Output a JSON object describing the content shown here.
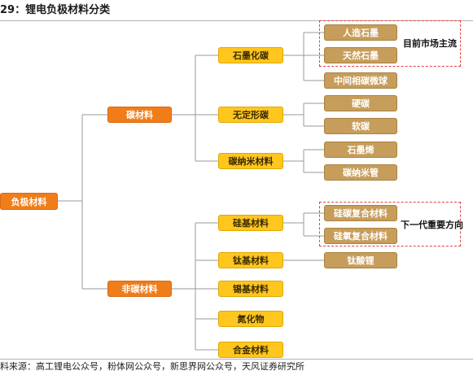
{
  "title": "29：锂电负极材料分类",
  "source": "料来源：高工锂电公众号，粉体网公众号，新思界网公众号，天风证券研究所",
  "diagram": {
    "root": "负极材料",
    "carbon": {
      "label": "碳材料",
      "children": {
        "graphite": {
          "label": "石墨化碳",
          "items": [
            "人造石墨",
            "天然石墨",
            "中间相碳微球"
          ]
        },
        "amorphous": {
          "label": "无定形碳",
          "items": [
            "硬碳",
            "软碳"
          ]
        },
        "nano": {
          "label": "碳纳米材料",
          "items": [
            "石墨烯",
            "碳纳米管"
          ]
        }
      }
    },
    "noncarbon": {
      "label": "非碳材料",
      "children": {
        "silicon": {
          "label": "硅基材料",
          "items": [
            "硅碳复合材料",
            "硅氧复合材料"
          ]
        },
        "titanium": {
          "label": "钛基材料",
          "items": [
            "钛酸锂"
          ]
        },
        "tin": {
          "label": "锡基材料"
        },
        "nitride": {
          "label": "氮化物"
        },
        "alloy": {
          "label": "合金材料"
        }
      }
    },
    "notes": {
      "current_mainstream": "目前市场主流",
      "next_generation": "下一代重要方向"
    }
  },
  "colors": {
    "line": "#9a9a9a",
    "dash": "#e04040",
    "orange": "#f07d1a",
    "yellow": "#ffc61e",
    "tan": "#c79d5b"
  }
}
